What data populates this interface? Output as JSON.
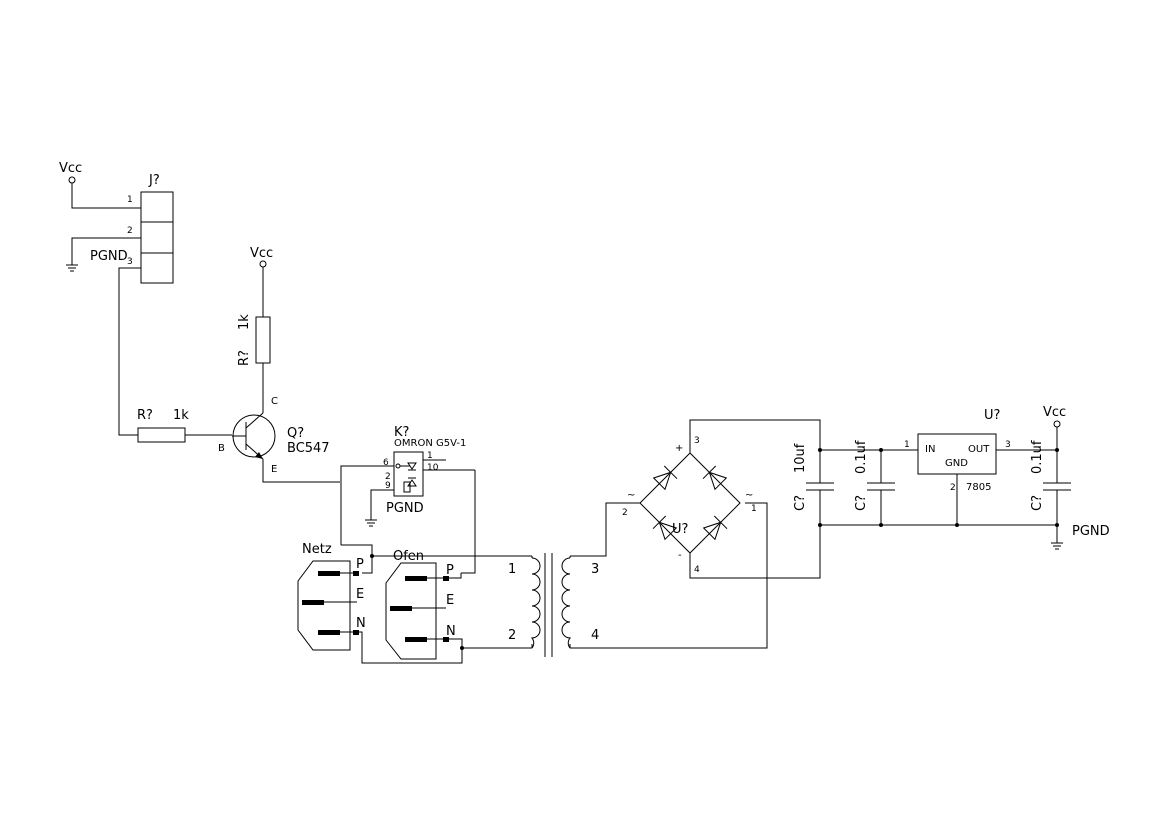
{
  "labels": {
    "vcc": "Vcc",
    "pgnd": "PGND",
    "j_ref": "J?",
    "j_pin1": "1",
    "j_pin2": "2",
    "j_pin3": "3",
    "r1_ref": "R?",
    "r1_val": "1k",
    "r2_ref": "R?",
    "r2_val": "1k",
    "q_ref": "Q?",
    "q_val": "BC547",
    "q_c": "C",
    "q_b": "B",
    "q_e": "E",
    "k_ref": "K?",
    "k_val": "OMRON G5V-1",
    "k_pin6": "6",
    "k_pin1": "1",
    "k_pin10": "10",
    "k_pin2": "2",
    "k_pin9": "9",
    "netz": "Netz",
    "ofen": "Ofen",
    "p": "P",
    "e": "E",
    "n": "N",
    "t_pin1": "1",
    "t_pin2": "2",
    "t_pin3": "3",
    "t_pin4": "4",
    "bridge_ref": "U?",
    "bridge_plus": "+",
    "bridge_minus": "-",
    "bridge_ac": "~",
    "bridge_pin3": "3",
    "bridge_pin2": "2",
    "bridge_pin1": "1",
    "bridge_pin4": "4",
    "c1_ref": "C?",
    "c1_val": "10uf",
    "c2_ref": "C?",
    "c2_val": "0.1uf",
    "c3_ref": "C?",
    "c3_val": "0.1uf",
    "reg_ref": "U?",
    "reg_val": "7805",
    "reg_in": "IN",
    "reg_out": "OUT",
    "reg_gnd": "GND",
    "reg_pin1": "1",
    "reg_pin2": "2",
    "reg_pin3": "3"
  }
}
